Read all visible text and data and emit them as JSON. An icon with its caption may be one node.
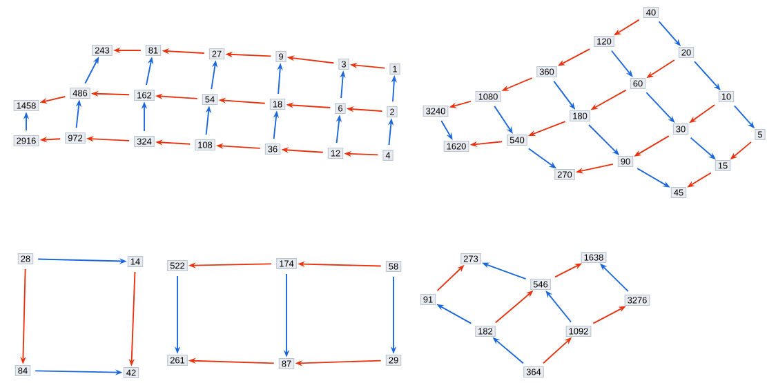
{
  "diagram": {
    "nodes": [
      {
        "text": [
          "1"
        ]
      },
      {
        "text": [
          "3"
        ]
      },
      {
        "text": [
          "9"
        ]
      },
      {
        "text": [
          "27"
        ]
      },
      {
        "text": [
          "81"
        ]
      },
      {
        "text": [
          "243"
        ]
      },
      {
        "text": [
          "2"
        ]
      },
      {
        "text": [
          "6"
        ]
      },
      {
        "text": [
          "18"
        ]
      },
      {
        "text": [
          "54"
        ]
      },
      {
        "text": [
          "162"
        ]
      },
      {
        "text": [
          "486"
        ]
      },
      {
        "text": [
          "1458"
        ]
      },
      {
        "text": [
          "4"
        ]
      },
      {
        "text": [
          "12"
        ]
      },
      {
        "text": [
          "36"
        ]
      },
      {
        "text": [
          "108"
        ]
      },
      {
        "text": [
          "324"
        ]
      },
      {
        "text": [
          "972"
        ]
      },
      {
        "text": [
          "2916"
        ]
      },
      {
        "text": [
          "40"
        ]
      },
      {
        "text": [
          "120"
        ]
      },
      {
        "text": [
          "20"
        ]
      },
      {
        "text": [
          "360"
        ]
      },
      {
        "text": [
          "60"
        ]
      },
      {
        "text": [
          "10"
        ]
      },
      {
        "text": [
          "1080"
        ]
      },
      {
        "text": [
          "3240"
        ]
      },
      {
        "text": [
          "180"
        ]
      },
      {
        "text": [
          "30"
        ]
      },
      {
        "text": [
          "5"
        ]
      },
      {
        "text": [
          "540"
        ]
      },
      {
        "text": [
          "1620"
        ]
      },
      {
        "text": [
          "90"
        ]
      },
      {
        "text": [
          "15"
        ]
      },
      {
        "text": [
          "270"
        ]
      },
      {
        "text": [
          "45"
        ]
      },
      {
        "text": [
          "28"
        ]
      },
      {
        "text": [
          "14"
        ]
      },
      {
        "text": [
          "84"
        ]
      },
      {
        "text": [
          "42"
        ]
      },
      {
        "text": [
          "522"
        ]
      },
      {
        "text": [
          "174"
        ]
      },
      {
        "text": [
          "58"
        ]
      },
      {
        "text": [
          "261"
        ]
      },
      {
        "text": [
          "87"
        ]
      },
      {
        "text": [
          "29"
        ]
      },
      {
        "text": [
          "273"
        ]
      },
      {
        "text": [
          "1638"
        ]
      },
      {
        "text": [
          "546"
        ]
      },
      {
        "text": [
          "91"
        ]
      },
      {
        "text": [
          "3276"
        ]
      },
      {
        "text": [
          "182"
        ]
      },
      {
        "text": [
          "1092"
        ]
      },
      {
        "text": [
          "364"
        ]
      }
    ],
    "edges": [
      {
        "from": 0,
        "to": 1,
        "arrow": "to"
      },
      {
        "from": 1,
        "to": 2,
        "arrow": "to"
      },
      {
        "from": 2,
        "to": 3,
        "arrow": "to"
      },
      {
        "from": 3,
        "to": 4,
        "arrow": "to"
      },
      {
        "from": 4,
        "to": 5,
        "arrow": "to"
      },
      {
        "from": 6,
        "to": 7,
        "arrow": "to"
      },
      {
        "from": 7,
        "to": 8,
        "arrow": "to"
      },
      {
        "from": 8,
        "to": 9,
        "arrow": "to"
      },
      {
        "from": 9,
        "to": 10,
        "arrow": "to"
      },
      {
        "from": 10,
        "to": 11,
        "arrow": "to"
      },
      {
        "from": 11,
        "to": 12,
        "arrow": "to"
      },
      {
        "from": 13,
        "to": 14,
        "arrow": "to"
      },
      {
        "from": 14,
        "to": 15,
        "arrow": "to"
      },
      {
        "from": 15,
        "to": 16,
        "arrow": "to"
      },
      {
        "from": 16,
        "to": 17,
        "arrow": "to"
      },
      {
        "from": 17,
        "to": 18,
        "arrow": "to"
      },
      {
        "from": 18,
        "to": 19,
        "arrow": "to"
      },
      {
        "from": 6,
        "to": 0,
        "arrow": "to",
        "color": "#1a66dd"
      },
      {
        "from": 7,
        "to": 1,
        "arrow": "to",
        "color": "#1a66dd"
      },
      {
        "from": 8,
        "to": 2,
        "arrow": "to",
        "color": "#1a66dd"
      },
      {
        "from": 9,
        "to": 3,
        "arrow": "to",
        "color": "#1a66dd"
      },
      {
        "from": 10,
        "to": 4,
        "arrow": "to",
        "color": "#1a66dd"
      },
      {
        "from": 11,
        "to": 5,
        "arrow": "to",
        "color": "#1a66dd"
      },
      {
        "from": 13,
        "to": 6,
        "arrow": "to",
        "color": "#1a66dd"
      },
      {
        "from": 14,
        "to": 7,
        "arrow": "to",
        "color": "#1a66dd"
      },
      {
        "from": 15,
        "to": 8,
        "arrow": "to",
        "color": "#1a66dd"
      },
      {
        "from": 16,
        "to": 9,
        "arrow": "to",
        "color": "#1a66dd"
      },
      {
        "from": 17,
        "to": 10,
        "arrow": "to",
        "color": "#1a66dd"
      },
      {
        "from": 18,
        "to": 11,
        "arrow": "to",
        "color": "#1a66dd"
      },
      {
        "from": 19,
        "to": 12,
        "arrow": "to",
        "color": "#1a66dd"
      },
      {
        "from": 20,
        "to": 21,
        "arrow": "to"
      },
      {
        "from": 22,
        "to": 24,
        "arrow": "to"
      },
      {
        "from": 21,
        "to": 23,
        "arrow": "to"
      },
      {
        "from": 24,
        "to": 28,
        "arrow": "to"
      },
      {
        "from": 25,
        "to": 29,
        "arrow": "to"
      },
      {
        "from": 23,
        "to": 26,
        "arrow": "to"
      },
      {
        "from": 26,
        "to": 27,
        "arrow": "to"
      },
      {
        "from": 28,
        "to": 31,
        "arrow": "to"
      },
      {
        "from": 29,
        "to": 33,
        "arrow": "to"
      },
      {
        "from": 30,
        "to": 34,
        "arrow": "to"
      },
      {
        "from": 31,
        "to": 32,
        "arrow": "to"
      },
      {
        "from": 33,
        "to": 35,
        "arrow": "to"
      },
      {
        "from": 34,
        "to": 36,
        "arrow": "to"
      },
      {
        "from": 20,
        "to": 22,
        "arrow": "to",
        "color": "#1a66dd"
      },
      {
        "from": 21,
        "to": 24,
        "arrow": "to",
        "color": "#1a66dd"
      },
      {
        "from": 22,
        "to": 25,
        "arrow": "to",
        "color": "#1a66dd"
      },
      {
        "from": 23,
        "to": 28,
        "arrow": "to",
        "color": "#1a66dd"
      },
      {
        "from": 24,
        "to": 29,
        "arrow": "to",
        "color": "#1a66dd"
      },
      {
        "from": 25,
        "to": 30,
        "arrow": "to",
        "color": "#1a66dd"
      },
      {
        "from": 26,
        "to": 31,
        "arrow": "to",
        "color": "#1a66dd"
      },
      {
        "from": 28,
        "to": 33,
        "arrow": "to",
        "color": "#1a66dd"
      },
      {
        "from": 29,
        "to": 34,
        "arrow": "to",
        "color": "#1a66dd"
      },
      {
        "from": 27,
        "to": 32,
        "arrow": "to",
        "color": "#1a66dd"
      },
      {
        "from": 31,
        "to": 35,
        "arrow": "to",
        "color": "#1a66dd"
      },
      {
        "from": 33,
        "to": 36,
        "arrow": "to",
        "color": "#1a66dd"
      },
      {
        "from": 37,
        "to": 38,
        "arrow": "to",
        "color": "#1a66dd"
      },
      {
        "from": 39,
        "to": 40,
        "arrow": "to",
        "color": "#1a66dd"
      },
      {
        "from": 37,
        "to": 39,
        "arrow": "to"
      },
      {
        "from": 38,
        "to": 40,
        "arrow": "to"
      },
      {
        "from": 43,
        "to": 42,
        "arrow": "to"
      },
      {
        "from": 42,
        "to": 41,
        "arrow": "to"
      },
      {
        "from": 46,
        "to": 45,
        "arrow": "to"
      },
      {
        "from": 45,
        "to": 44,
        "arrow": "to"
      },
      {
        "from": 41,
        "to": 44,
        "arrow": "to",
        "color": "#1a66dd"
      },
      {
        "from": 42,
        "to": 45,
        "arrow": "to",
        "color": "#1a66dd"
      },
      {
        "from": 43,
        "to": 46,
        "arrow": "to",
        "color": "#1a66dd"
      },
      {
        "from": 50,
        "to": 47,
        "arrow": "to"
      },
      {
        "from": 49,
        "to": 48,
        "arrow": "to"
      },
      {
        "from": 52,
        "to": 49,
        "arrow": "to"
      },
      {
        "from": 53,
        "to": 51,
        "arrow": "to"
      },
      {
        "from": 54,
        "to": 53,
        "arrow": "to"
      },
      {
        "from": 49,
        "to": 47,
        "arrow": "to",
        "color": "#1a66dd"
      },
      {
        "from": 51,
        "to": 48,
        "arrow": "to",
        "color": "#1a66dd"
      },
      {
        "from": 52,
        "to": 50,
        "arrow": "to",
        "color": "#1a66dd"
      },
      {
        "from": 53,
        "to": 49,
        "arrow": "to",
        "color": "#1a66dd"
      },
      {
        "from": 54,
        "to": 52,
        "arrow": "to",
        "color": "#1a66dd"
      }
    ]
  }
}
